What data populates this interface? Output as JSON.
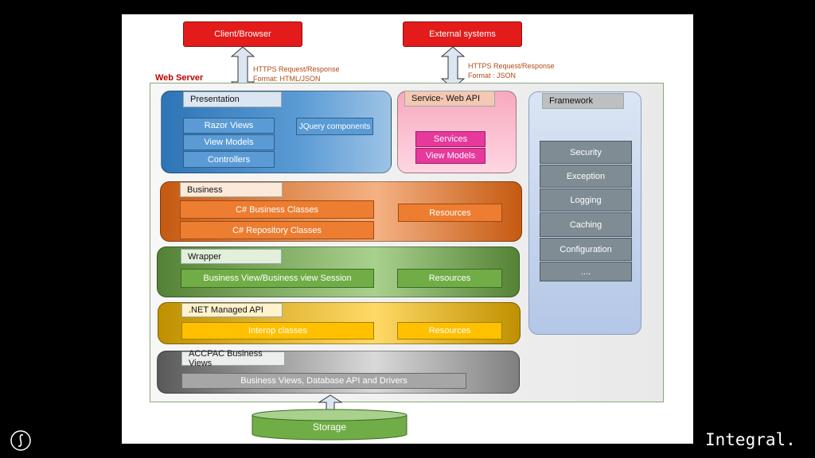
{
  "client_browser": "Client/Browser",
  "external_systems": "External systems",
  "note_left_1": "HTTPS Request/Response",
  "note_left_2": "Format: HTML/JSON",
  "note_right_1": "HTTPS Request/Response",
  "note_right_2": "Format : JSON",
  "web_server": "Web Server",
  "presentation": {
    "header": "Presentation",
    "items": [
      "Razor Views",
      "View Models",
      "Controllers"
    ],
    "jquery": "JQuery components"
  },
  "service": {
    "header": "Service- Web API",
    "items": [
      "Services",
      "View Models"
    ]
  },
  "framework": {
    "header": "Framework",
    "items": [
      "Security",
      "Exception",
      "Logging",
      "Caching",
      "Configuration",
      "...."
    ]
  },
  "business": {
    "header": "Business",
    "items": [
      "C# Business Classes",
      "C# Repository Classes"
    ],
    "resources": "Resources"
  },
  "wrapper": {
    "header": "Wrapper",
    "item": "Business View/Business view Session",
    "resources": "Resources"
  },
  "netapi": {
    "header": ".NET Managed API",
    "item": "Interop classes",
    "resources": "Resources"
  },
  "accpac": {
    "header": "ACCPAC Business Views",
    "item": "Business Views, Database API and  Drivers"
  },
  "storage": "Storage",
  "brand": "Integral.",
  "colors": {
    "red": "#e31b1b",
    "presentation": "#2e75b6",
    "business": "#c55a11",
    "wrapper": "#548235",
    "netapi": "#bf9000",
    "accpac": "#595959",
    "framework": "#b4c7e7",
    "service": "#ffb3c6",
    "storage": "#70ad47"
  }
}
